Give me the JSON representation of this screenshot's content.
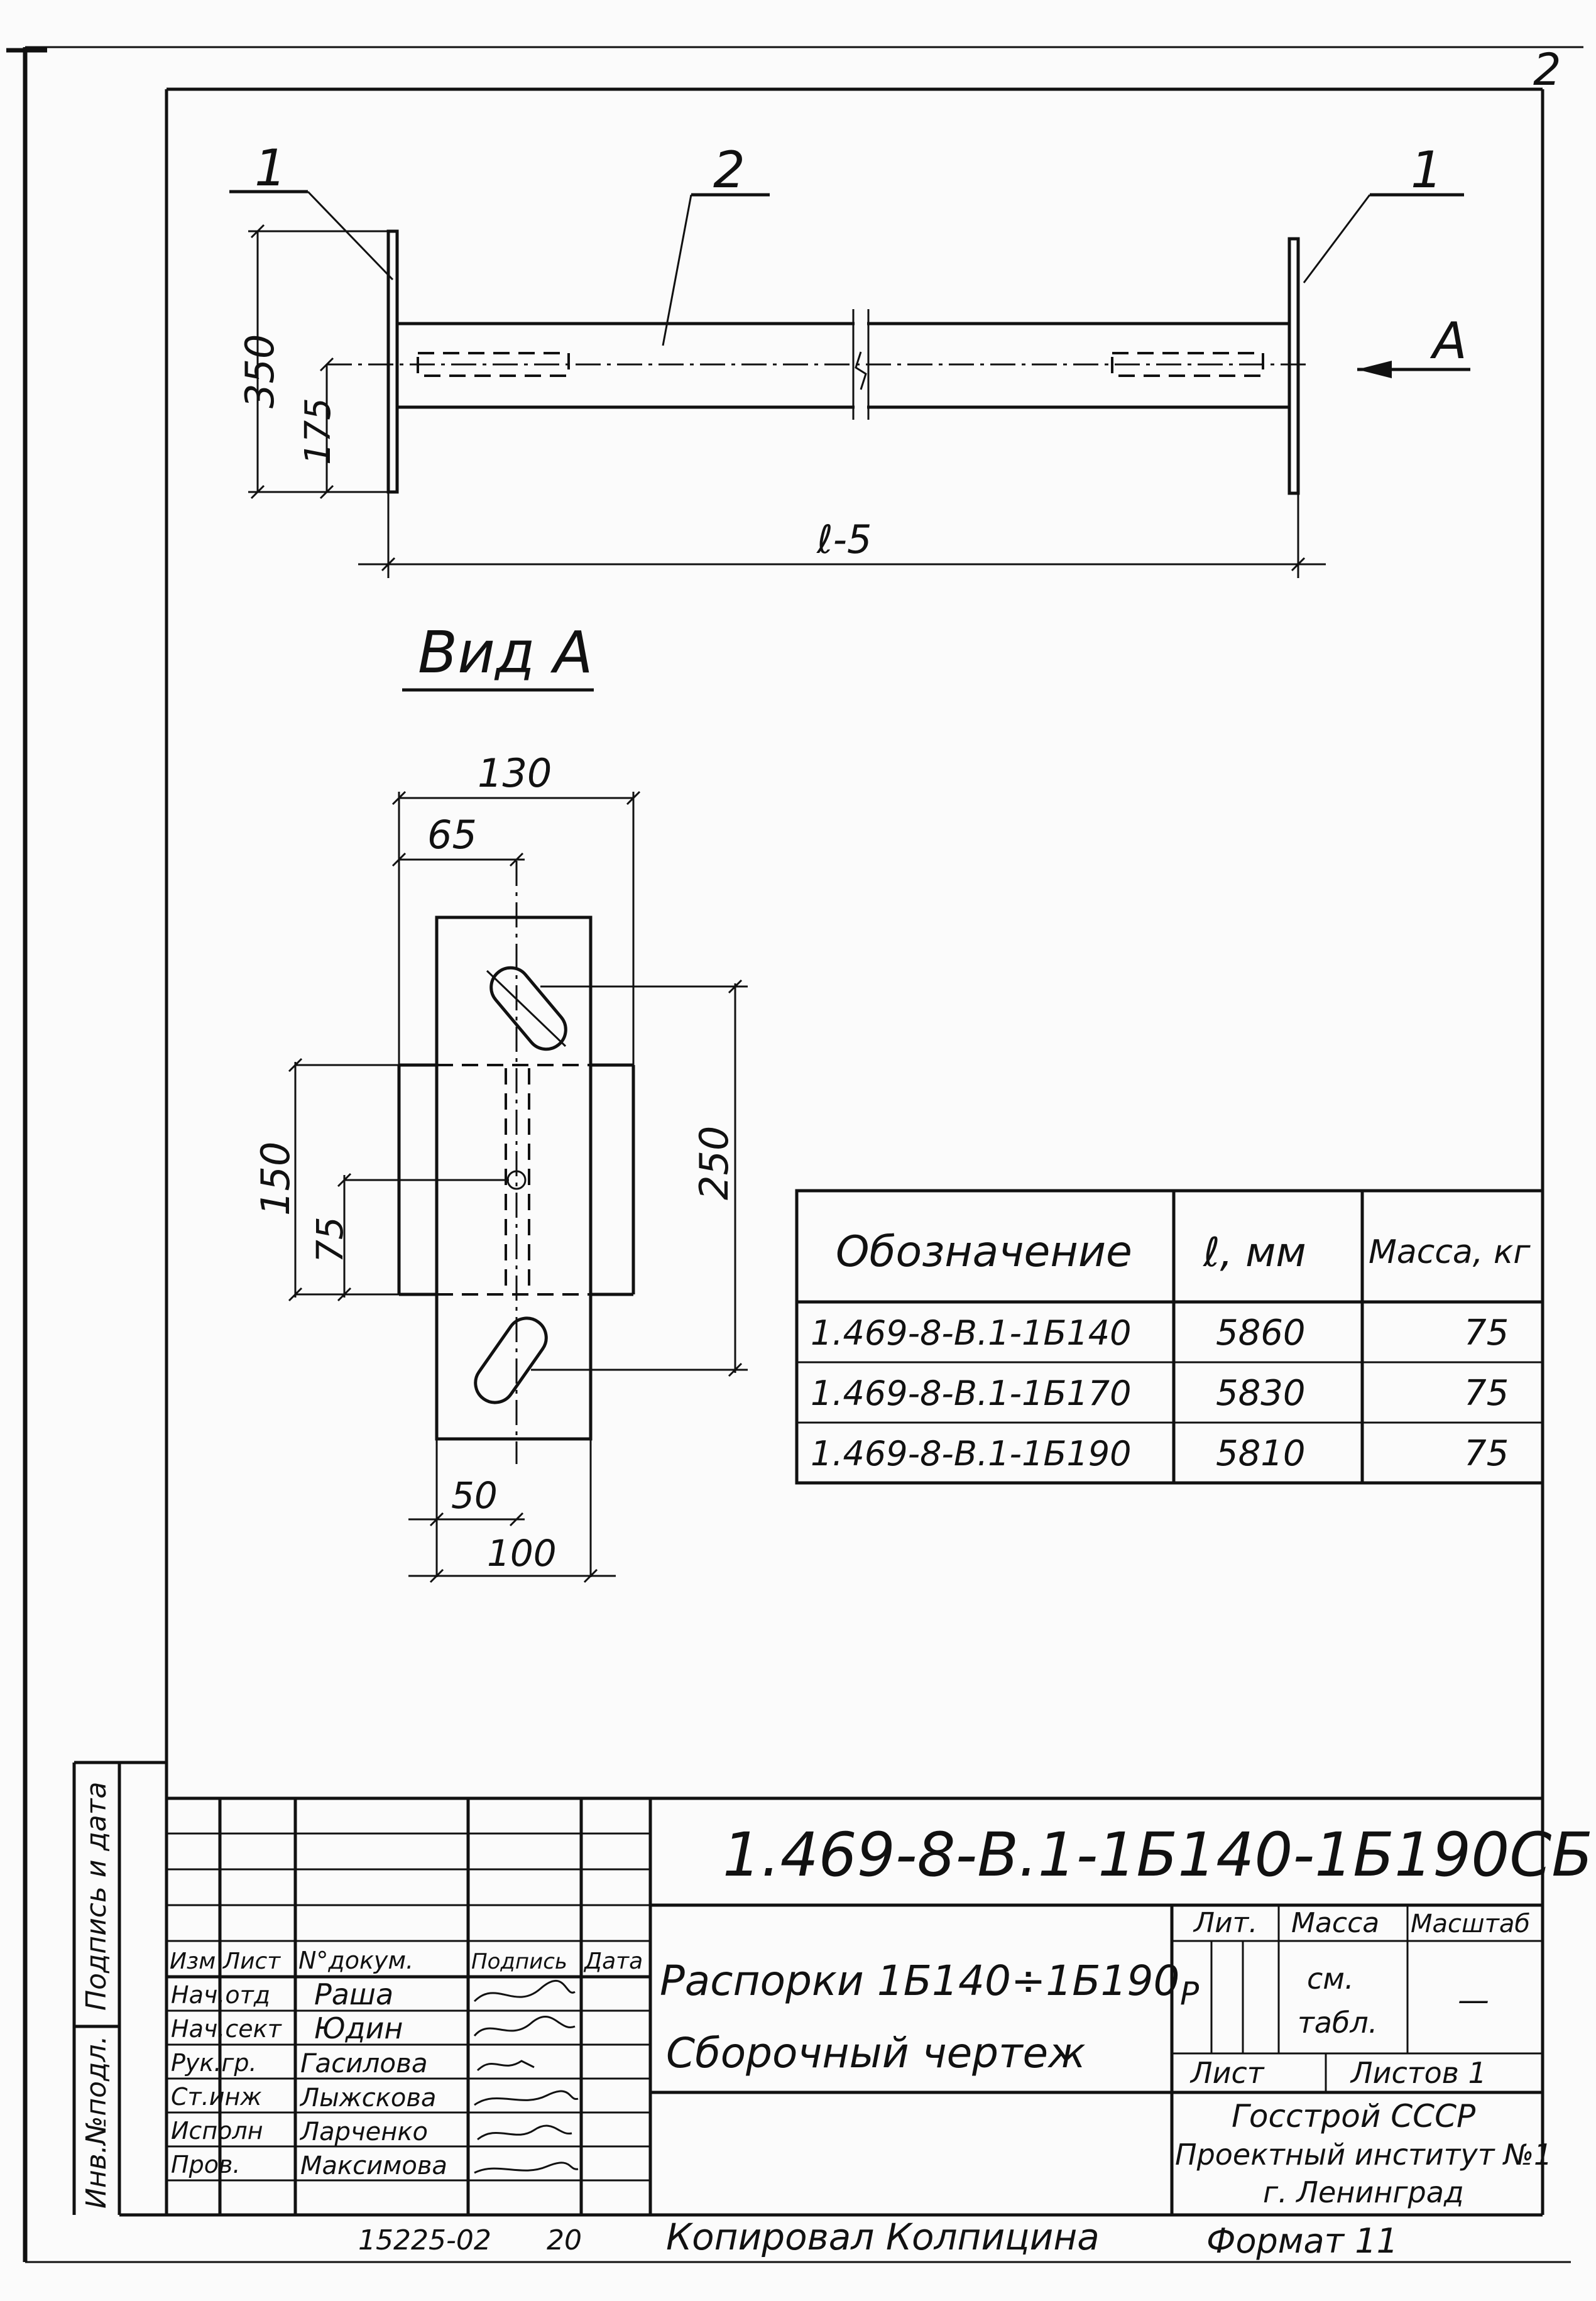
{
  "sheet_number": "2",
  "top_view": {
    "pos1_left": "1",
    "pos2": "2",
    "pos1_right": "1",
    "dim_350": "350",
    "dim_175": "175",
    "dim_length": "ℓ-5",
    "view_arrow_label": "A"
  },
  "view_a": {
    "title": "Вид А",
    "dim_130": "130",
    "dim_65": "65",
    "dim_150": "150",
    "dim_75": "75",
    "dim_250": "250",
    "dim_50": "50",
    "dim_100": "100"
  },
  "spec_table": {
    "headers": [
      "Обозначение",
      "ℓ, мм",
      "Масса, кг"
    ],
    "rows": [
      [
        "1.469-8-В.1-1Б140",
        "5860",
        "75"
      ],
      [
        "1.469-8-В.1-1Б170",
        "5830",
        "75"
      ],
      [
        "1.469-8-В.1-1Б190",
        "5810",
        "75"
      ]
    ]
  },
  "title_block": {
    "doc_code": "1.469-8-В.1-1Б140-1Б190СБ",
    "name_line1": "Распорки 1Б140÷1Б190",
    "name_line2": "Сборочный чертеж",
    "headers": [
      "Изм",
      "Лист",
      "N°докум.",
      "Подпись",
      "Дата"
    ],
    "staff": [
      [
        "Нач.отд",
        "Раша"
      ],
      [
        "Нач.сект",
        "Юдин"
      ],
      [
        "Рук.гр.",
        "Гасилова"
      ],
      [
        "Ст.инж",
        "Лыжскова"
      ],
      [
        "Исполн",
        "Ларченко"
      ],
      [
        "Пров.",
        "Максимова"
      ]
    ],
    "lit_label": "Лит.",
    "mass_label": "Масса",
    "scale_label": "Масштаб",
    "lit_value": "Р",
    "mass_value_1": "см.",
    "mass_value_2": "табл.",
    "scale_value": "—",
    "sheet_label": "Лист",
    "sheets_label": "Листов 1",
    "org_line1": "Госстрой СССР",
    "org_line2": "Проектный институт №1",
    "org_line3": "г. Ленинград",
    "side_label_1": "Подпись и дата",
    "side_label_2": "Инв.№подл."
  },
  "bottom": {
    "order_no": "15225-02",
    "page_no": "20",
    "copied": "Копировал Колпицина",
    "format": "Формат  11"
  }
}
